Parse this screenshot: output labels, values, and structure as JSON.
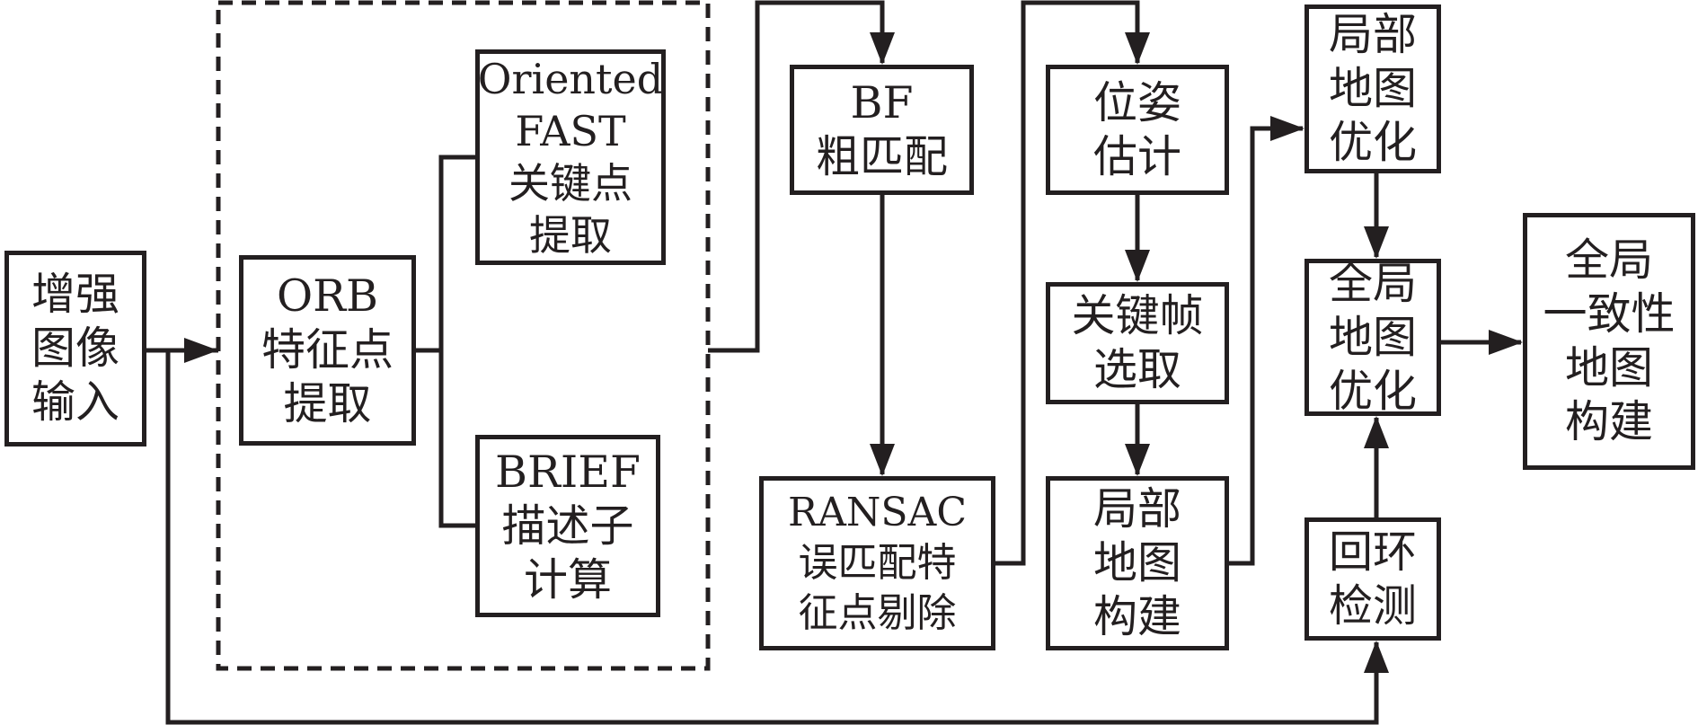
{
  "colors": {
    "stroke": "#231f20",
    "background": "#ffffff"
  },
  "boxes": {
    "input": [
      "增强",
      "图像",
      "输入"
    ],
    "orb": [
      "ORB",
      "特征点",
      "提取"
    ],
    "fast": [
      "Oriented",
      "FAST",
      "关键点",
      "提取"
    ],
    "brief": [
      "BRIEF",
      "描述子",
      "计算"
    ],
    "bf": [
      "BF",
      "粗匹配"
    ],
    "ransac": [
      "RANSAC",
      "误匹配特",
      "征点剔除"
    ],
    "pose": [
      "位姿",
      "估计"
    ],
    "keyframe": [
      "关键帧",
      "选取"
    ],
    "local_build": [
      "局部",
      "地图",
      "构建"
    ],
    "local_opt": [
      "局部",
      "地图",
      "优化"
    ],
    "global_opt": [
      "全局",
      "地图",
      "优化"
    ],
    "loop": [
      "回环",
      "检测"
    ],
    "global_build": [
      "全局",
      "一致性",
      "地图",
      "构建"
    ]
  }
}
